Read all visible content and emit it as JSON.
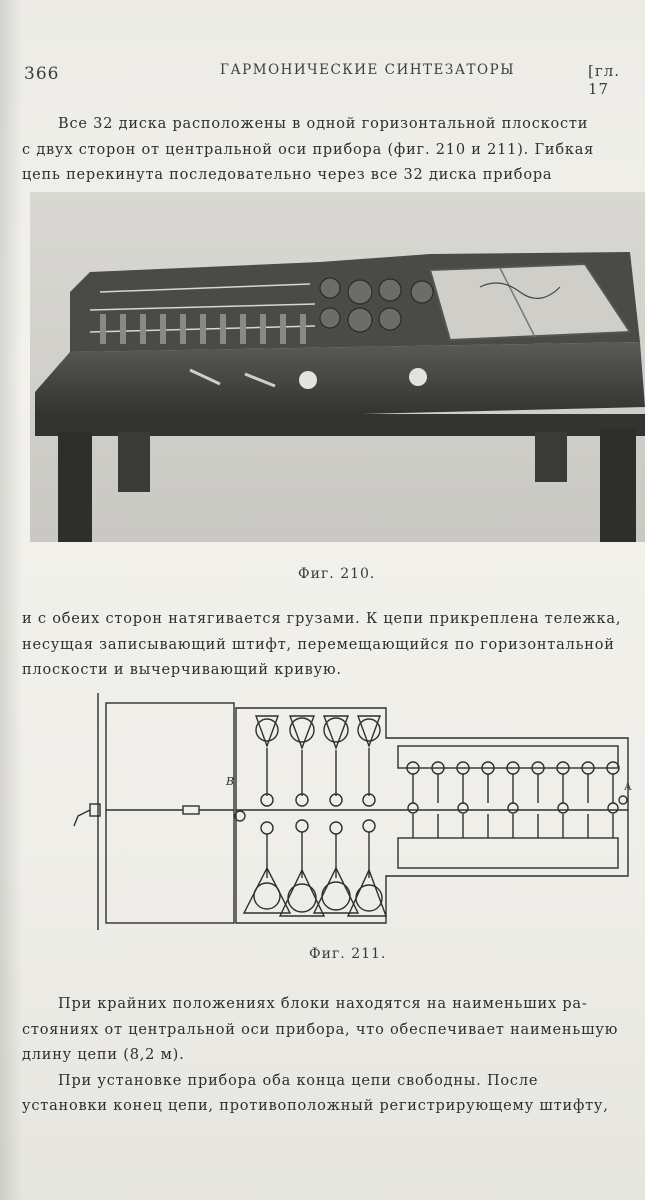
{
  "header": {
    "page_number": "366",
    "running_title": "ГАРМОНИЧЕСКИЕ СИНТЕЗАТОРЫ",
    "chapter": "[гл. 17"
  },
  "paragraph_1": [
    "Все 32 диска расположены в одной горизонтальной плоскости",
    "с двух сторон от центральной оси прибора (фиг. 210 и 211). Гибкая",
    "цепь перекинута последовательно через все 32 диска прибора"
  ],
  "figure_210": {
    "caption": "Фиг. 210."
  },
  "paragraph_2": [
    "и с обеих сторон натягивается грузами. К цепи прикреплена тележка,",
    "несущая записывающий штифт, перемещающийся по горизонтальной",
    "плоскости и вычерчивающий кривую."
  ],
  "figure_211": {
    "caption": "Фиг. 211.",
    "label_b": "В",
    "label_a": "А"
  },
  "paragraph_3": [
    "При крайних положениях блоки находятся на наименьших ра-",
    "стояниях от центральной оси прибора, что обеспечивает наименьшую",
    "длину цепи (8,2 м).",
    "При установке прибора оба конца цепи свободны. После",
    "установки конец цепи, противоположный регистрирующему штифту,"
  ],
  "colors": {
    "ink": "#2e2e2c",
    "paper": "#efeee9",
    "photo_dark": "#3a3a37"
  }
}
